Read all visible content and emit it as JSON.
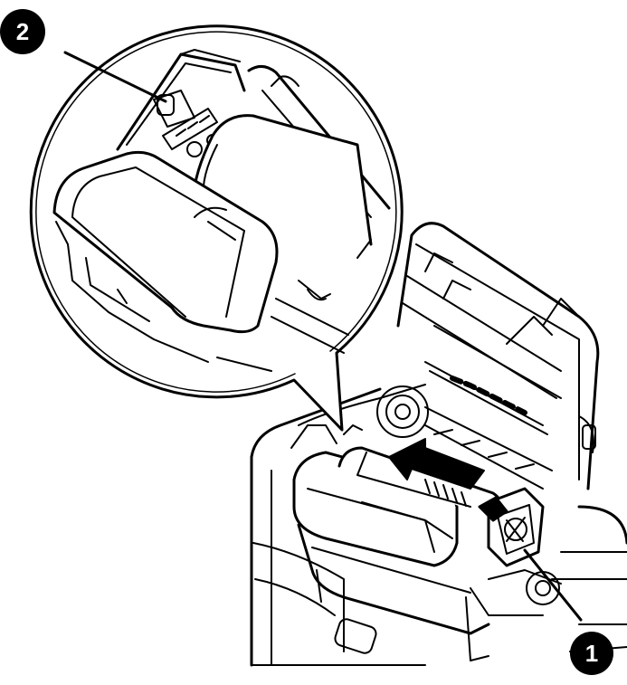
{
  "callouts": [
    {
      "id": "callout-1",
      "label": "1"
    },
    {
      "id": "callout-2",
      "label": "2"
    }
  ],
  "colors": {
    "line": "#000000",
    "background": "#ffffff",
    "callout_fill": "#000000",
    "callout_text": "#ffffff"
  }
}
